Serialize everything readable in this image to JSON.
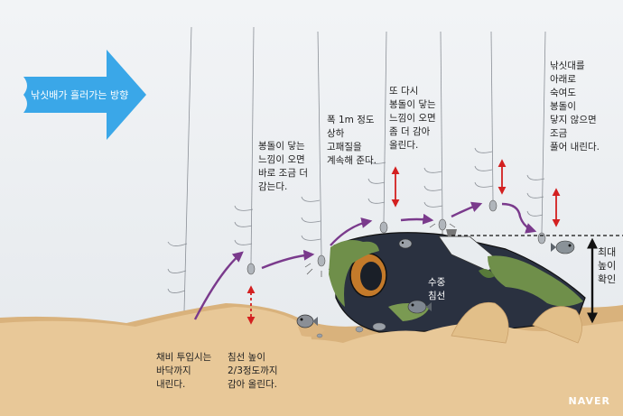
{
  "drift_label": "낚싯배가 흘러가는 방향",
  "steps": [
    {
      "id": "step1",
      "text": "채비 투입시는\n바닥까지\n내린다."
    },
    {
      "id": "step2",
      "text": "침선 높이\n2/3정도까지\n감아 올린다."
    },
    {
      "id": "step3",
      "text": "봉돌이 닿는\n느낌이 오면\n바로 조금 더\n감는다."
    },
    {
      "id": "step4",
      "text": "폭 1m 정도\n상하\n고패질을\n계속해 준다."
    },
    {
      "id": "step5",
      "text": "또 다시\n봉돌이 닿는\n느낌이 오면\n좀 더 감아\n올린다."
    },
    {
      "id": "step6",
      "text": "낚싯대를\n아래로\n숙여도\n봉돌이\n닿지 않으면\n조금\n풀어 내린다."
    }
  ],
  "wreck_label": "수중\n침선",
  "height_label": "최대\n높이\n확인",
  "logo": "NAVER",
  "colors": {
    "water": "#eef1f4",
    "sand": "#e8c898",
    "sand_dark": "#c9a06a",
    "hull": "#2a3140",
    "moss": "#6f8f4a",
    "path_arrow": "#7a3a8c",
    "vertical_arrow": "#d32020",
    "drift_arrow": "#3aa7e8"
  }
}
